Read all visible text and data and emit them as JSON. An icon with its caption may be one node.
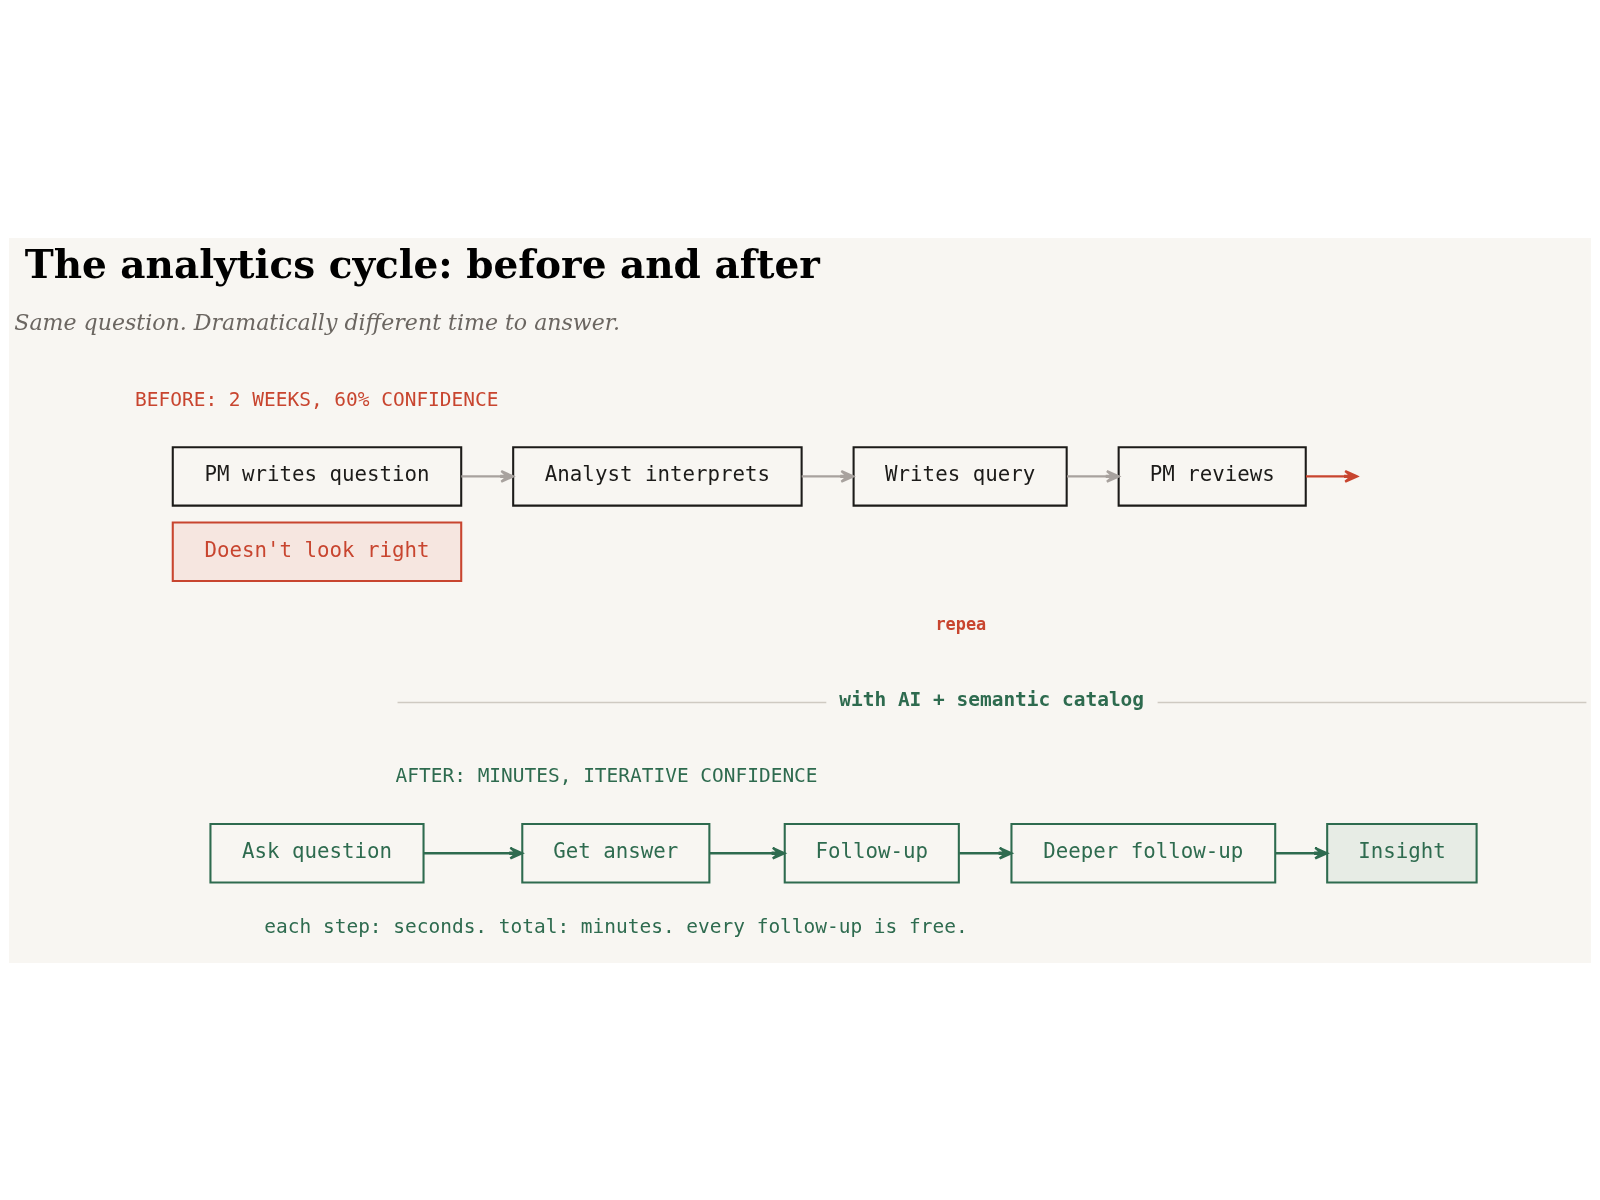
{
  "diagram": {
    "title": "The analytics cycle: before and after",
    "nodes": [
      {
        "text": [
          "PM writes question"
        ]
      },
      {
        "text": [
          "Analyst interprets"
        ]
      },
      {
        "text": [
          "Writes query"
        ]
      },
      {
        "text": [
          "PM reviews"
        ]
      },
      {
        "text": [
          "Doesn't look right"
        ]
      },
      {
        "text": [
          "Ask question"
        ]
      },
      {
        "text": [
          "Get answer"
        ]
      },
      {
        "text": [
          "Follow-up"
        ]
      },
      {
        "text": [
          "Deeper follow-up"
        ]
      },
      {
        "text": [
          "Insight"
        ]
      }
    ],
    "edges": [
      {
        "from": 0,
        "to": 1,
        "arrow": "to",
        "color": "#a8a29e"
      },
      {
        "from": 1,
        "to": 2,
        "arrow": "to",
        "color": "#a8a29e"
      },
      {
        "from": 2,
        "to": 3,
        "arrow": "to",
        "color": "#a8a29e"
      },
      {
        "from": 3,
        "to": null,
        "arrow": "to",
        "color": "#c8452f"
      },
      {
        "from": 5,
        "to": 6,
        "arrow": "to",
        "color": "#2e6b4f"
      },
      {
        "from": 6,
        "to": 7,
        "arrow": "to",
        "color": "#2e6b4f"
      },
      {
        "from": 7,
        "to": 8,
        "arrow": "to",
        "color": "#2e6b4f"
      },
      {
        "from": 8,
        "to": 9,
        "arrow": "to",
        "color": "#2e6b4f"
      }
    ],
    "labels": [
      "Same question. Dramatically different time to answer.",
      "BEFORE: 2 WEEKS, 60% CONFIDENCE",
      "repea",
      "with AI + semantic catalog",
      "AFTER: MINUTES, ITERATIVE CONFIDENCE",
      "each step: seconds. total: minutes. every follow-up is free."
    ]
  }
}
